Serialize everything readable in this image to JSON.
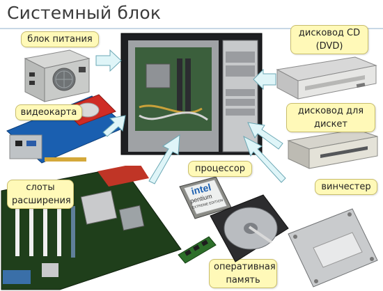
{
  "title": "Системный блок",
  "labels": {
    "psu": "блок питания",
    "video": "видеокарта",
    "slots": "слоты расширения",
    "cpu": "процессор",
    "ram": "оперативная память",
    "cd": "дисковод CD (DVD)",
    "fdd": "дисковод для дискет",
    "hdd": "винчестер"
  },
  "cpu_chip": {
    "brand": "intel",
    "model": "pentium",
    "edition": "EXTREME EDITION"
  },
  "colors": {
    "callout_fill": "#fff9b8",
    "arrow_fill": "#dff5f8",
    "rule": "#c7d7e6"
  }
}
